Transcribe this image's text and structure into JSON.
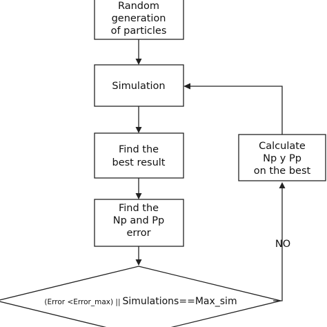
{
  "nodes": {
    "random_generation": [
      "Random",
      "generation",
      "of particles"
    ],
    "simulation": [
      "Simulation"
    ],
    "find_best_result": [
      "Find the",
      "best result"
    ],
    "find_error": [
      "Find the",
      "Np and Pp",
      "error"
    ],
    "calculate": [
      "Calculate",
      "Np y Pp",
      "on the best"
    ]
  },
  "decision": {
    "condition_part1": "(Error <Error_max) ||",
    "condition_part2": "Simulations==Max_sim"
  },
  "edge_labels": {
    "no": "NO"
  }
}
